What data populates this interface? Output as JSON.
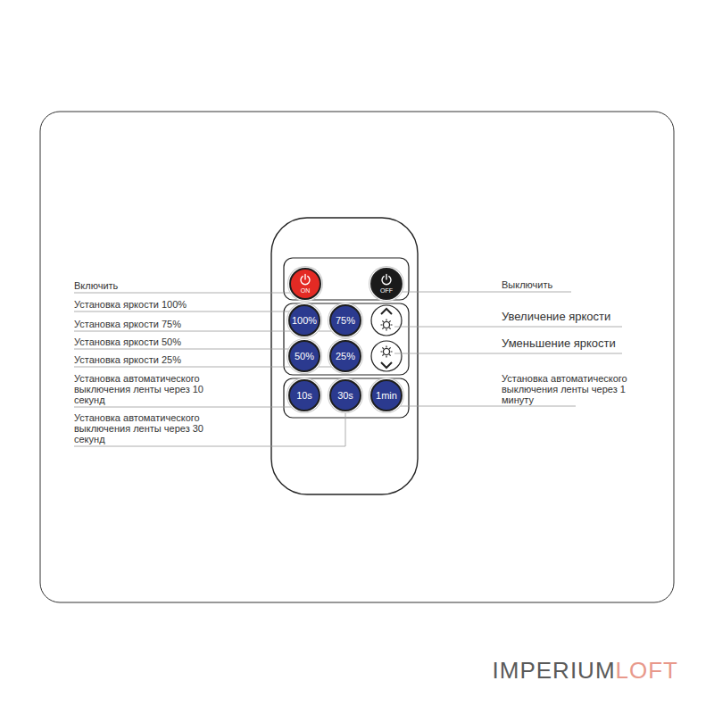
{
  "diagram": {
    "nodes": [
      {
        "text": [
          "ON"
        ]
      },
      {
        "text": [
          "OFF"
        ]
      },
      {
        "text": [
          "100%"
        ]
      },
      {
        "text": [
          "75%"
        ]
      },
      {
        "text": [
          "50%"
        ]
      },
      {
        "text": [
          "25%"
        ]
      },
      {
        "text": [
          "10s"
        ]
      },
      {
        "text": [
          "30s"
        ]
      },
      {
        "text": [
          "1min"
        ]
      }
    ],
    "labels": [
      "Включить",
      "Установка яркости 100%",
      "Установка яркости 75%",
      "Установка яркости 50%",
      "Установка яркости 25%",
      "Установка автоматического выключения ленты через 10 секунд",
      "Установка автоматического выключения ленты через 30 секунд",
      "Выключить",
      "Увеличение яркости",
      "Уменьшение яркости",
      "Установка автоматического выключения ленты через 1 минуту",
      "IMPERIUM",
      "LOFT"
    ]
  }
}
